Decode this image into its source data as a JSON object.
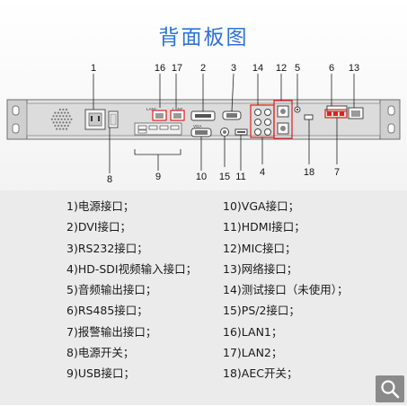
{
  "title": "背面板图",
  "callouts_top": [
    "1",
    "16",
    "17",
    "2",
    "3",
    "14",
    "12",
    "5",
    "6",
    "13"
  ],
  "callouts_bottom": [
    "8",
    "9",
    "10",
    "15",
    "11",
    "4",
    "18",
    "7"
  ],
  "panel_labels": {
    "vga": "VGA",
    "lan1": "LAN1",
    "lan2": "LAN2"
  },
  "legend_left": [
    "1)电源接口；",
    "2)DVI接口；",
    "3)RS232接口；",
    "4)HD-SDI视频输入接口；",
    "5)音频输出接口；",
    "6)RS485接口；",
    "7)报警输出接口；",
    "8)电源开关；",
    "9)USB接口；"
  ],
  "legend_right": [
    "10)VGA接口；",
    "11)HDMI接口；",
    "12)MIC接口；",
    "13)网络接口；",
    "14)测试接口（未使用）；",
    "15)PS/2接口；",
    "16)LAN1；",
    "17)LAN2；",
    "18)AEC开关；"
  ],
  "colors": {
    "title": "#2c72d9",
    "highlight": "#e0201c",
    "panel": "#d9d9d9",
    "panel_edge": "#6e6e6e"
  },
  "zoom_icon": "magnifier-icon"
}
